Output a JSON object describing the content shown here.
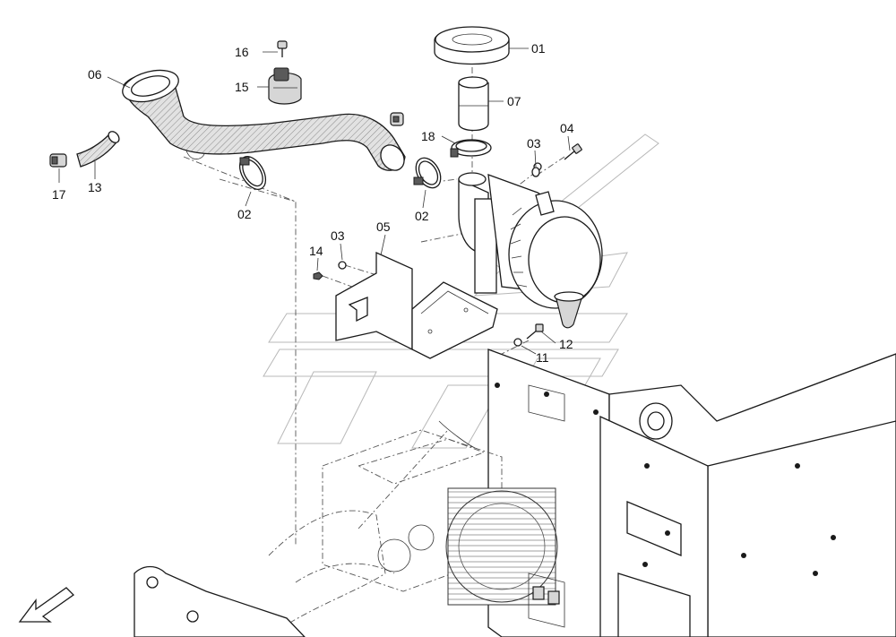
{
  "callouts": [
    {
      "id": "c01",
      "text": "01"
    },
    {
      "id": "c07",
      "text": "07"
    },
    {
      "id": "c16",
      "text": "16"
    },
    {
      "id": "c15",
      "text": "15"
    },
    {
      "id": "c06",
      "text": "06"
    },
    {
      "id": "c18",
      "text": "18"
    },
    {
      "id": "c03a",
      "text": "03"
    },
    {
      "id": "c04",
      "text": "04"
    },
    {
      "id": "c17",
      "text": "17"
    },
    {
      "id": "c13",
      "text": "13"
    },
    {
      "id": "c02a",
      "text": "02"
    },
    {
      "id": "c02b",
      "text": "02"
    },
    {
      "id": "c05",
      "text": "05"
    },
    {
      "id": "c03b",
      "text": "03"
    },
    {
      "id": "c14",
      "text": "14"
    },
    {
      "id": "c12",
      "text": "12"
    },
    {
      "id": "c11",
      "text": "11"
    }
  ],
  "colors": {
    "line": "#1a1a1a",
    "watermark": "#b8b8b8",
    "background": "#ffffff"
  }
}
